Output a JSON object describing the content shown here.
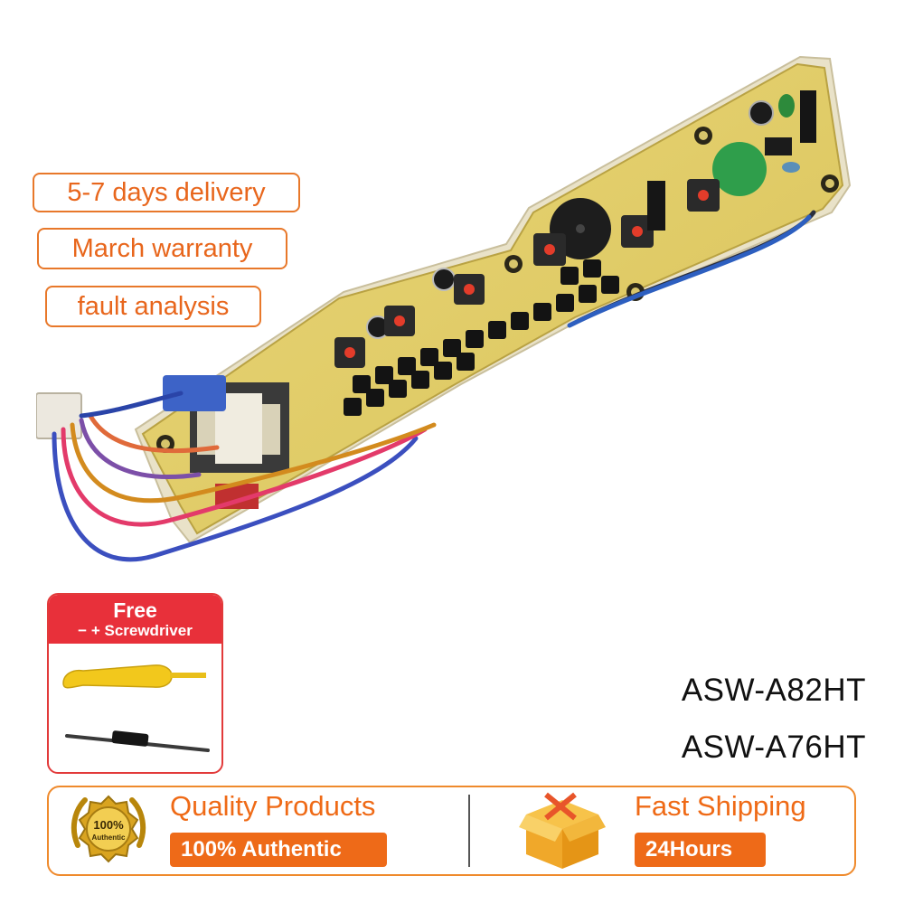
{
  "features": {
    "delivery": "5-7 days delivery",
    "warranty": "March warranty",
    "fault": "fault analysis"
  },
  "free_card": {
    "title": "Free",
    "subtitle": "− + Screwdriver"
  },
  "models": [
    "ASW-A82HT",
    "ASW-A76HT"
  ],
  "banner": {
    "quality_title": "Quality Products",
    "quality_pill": "100% Authentic",
    "badge_percent": "100%",
    "badge_label": "Authentic",
    "shipping_title": "Fast Shipping",
    "shipping_pill": "24Hours"
  },
  "colors": {
    "accent": "#e8661c",
    "board": "#e0cd6a",
    "red": "#e8303a"
  },
  "icons": [
    "control-board-image",
    "screwdriver-image",
    "authentic-badge-icon",
    "shipping-box-icon"
  ]
}
